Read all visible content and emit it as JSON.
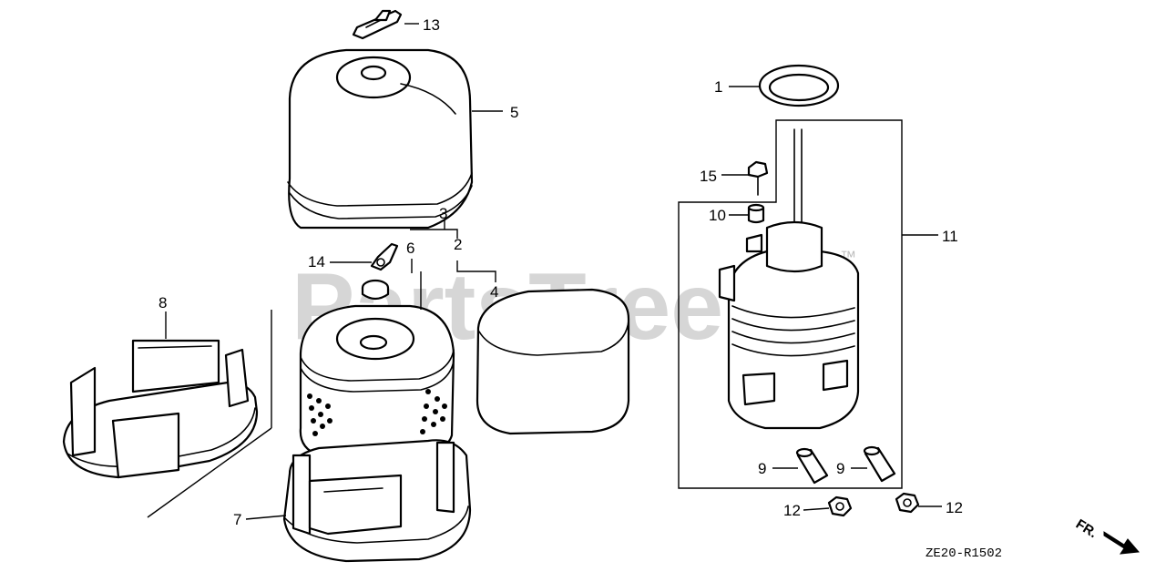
{
  "watermark": {
    "text": "PartsTree",
    "trademark": "™"
  },
  "diagram_code": "ZE20-R1502",
  "direction": {
    "label": "FR."
  },
  "callouts": {
    "c1": "1",
    "c2": "2",
    "c3": "3",
    "c4": "4",
    "c5": "5",
    "c6": "6",
    "c7": "7",
    "c8": "8",
    "c9a": "9",
    "c9b": "9",
    "c10": "10",
    "c11": "11",
    "c12a": "12",
    "c12b": "12",
    "c13": "13",
    "c14": "14",
    "c15": "15"
  },
  "parts": [
    {
      "ref": "1",
      "icon": "gasket-ring-icon"
    },
    {
      "ref": "2",
      "icon": "filter-element-icon"
    },
    {
      "ref": "3",
      "icon": "filter-assembly-icon"
    },
    {
      "ref": "4",
      "icon": "foam-filter-icon"
    },
    {
      "ref": "5",
      "icon": "air-cleaner-cover-icon"
    },
    {
      "ref": "6",
      "icon": "grommet-icon"
    },
    {
      "ref": "7",
      "icon": "air-cleaner-case-icon"
    },
    {
      "ref": "8",
      "icon": "air-cleaner-case-icon"
    },
    {
      "ref": "9",
      "icon": "collar-icon"
    },
    {
      "ref": "10",
      "icon": "collar-icon"
    },
    {
      "ref": "11",
      "icon": "elbow-assembly-icon"
    },
    {
      "ref": "12",
      "icon": "nut-icon"
    },
    {
      "ref": "13",
      "icon": "wing-nut-icon"
    },
    {
      "ref": "14",
      "icon": "wing-nut-icon"
    },
    {
      "ref": "15",
      "icon": "bolt-icon"
    }
  ]
}
